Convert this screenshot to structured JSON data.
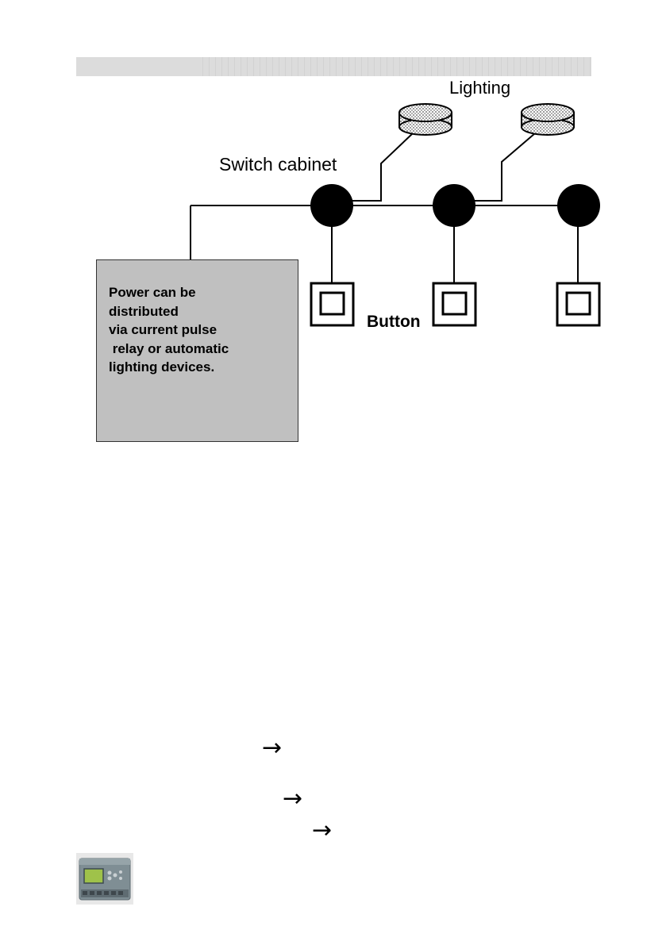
{
  "diagram": {
    "lighting_label": "Lighting",
    "cabinet_label": "Switch cabinet",
    "button_label": "Button",
    "note_text": "Power can be\ndistributed\nvia current pulse\n relay or automatic\nlighting devices."
  },
  "arrows": {
    "glyph": "→"
  },
  "icons": {
    "device": "logo-controller-icon"
  },
  "colors": {
    "node": "#000000",
    "note_box": "#c0c0c0",
    "header_bar": "#dcdcdc"
  }
}
